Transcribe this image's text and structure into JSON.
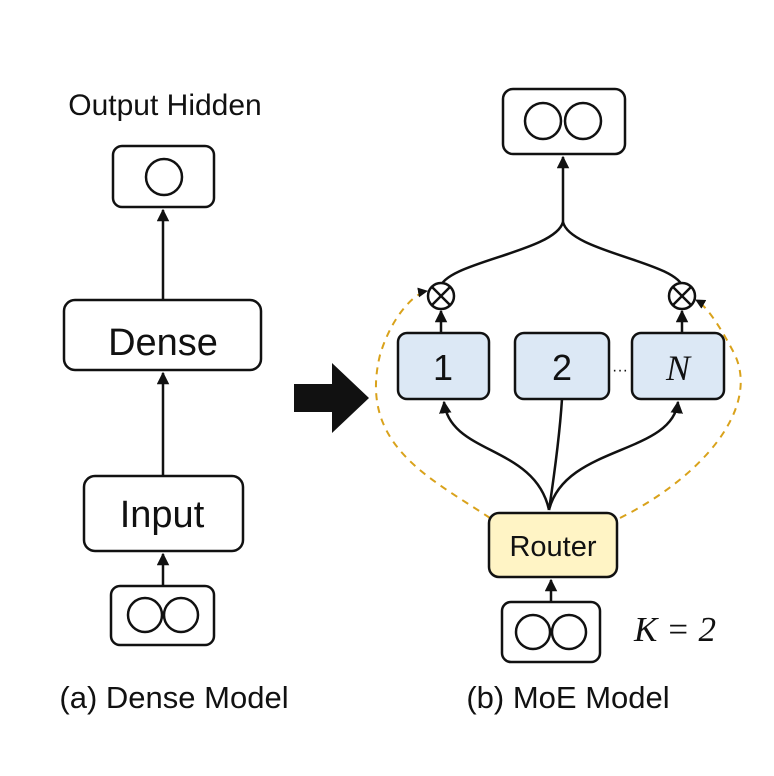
{
  "dense_model": {
    "output_label": "Output Hidden",
    "dense_label": "Dense",
    "input_label": "Input",
    "caption": "(a) Dense Model"
  },
  "moe_model": {
    "experts": [
      "1",
      "2",
      "N"
    ],
    "router_label": "Router",
    "k_label": "K = 2",
    "caption": "(b) MoE Model"
  },
  "colors": {
    "expert_fill": "#dce8f5",
    "router_fill": "#fff4c5",
    "gate_dash": "#d9a21b",
    "stroke": "#111111"
  }
}
